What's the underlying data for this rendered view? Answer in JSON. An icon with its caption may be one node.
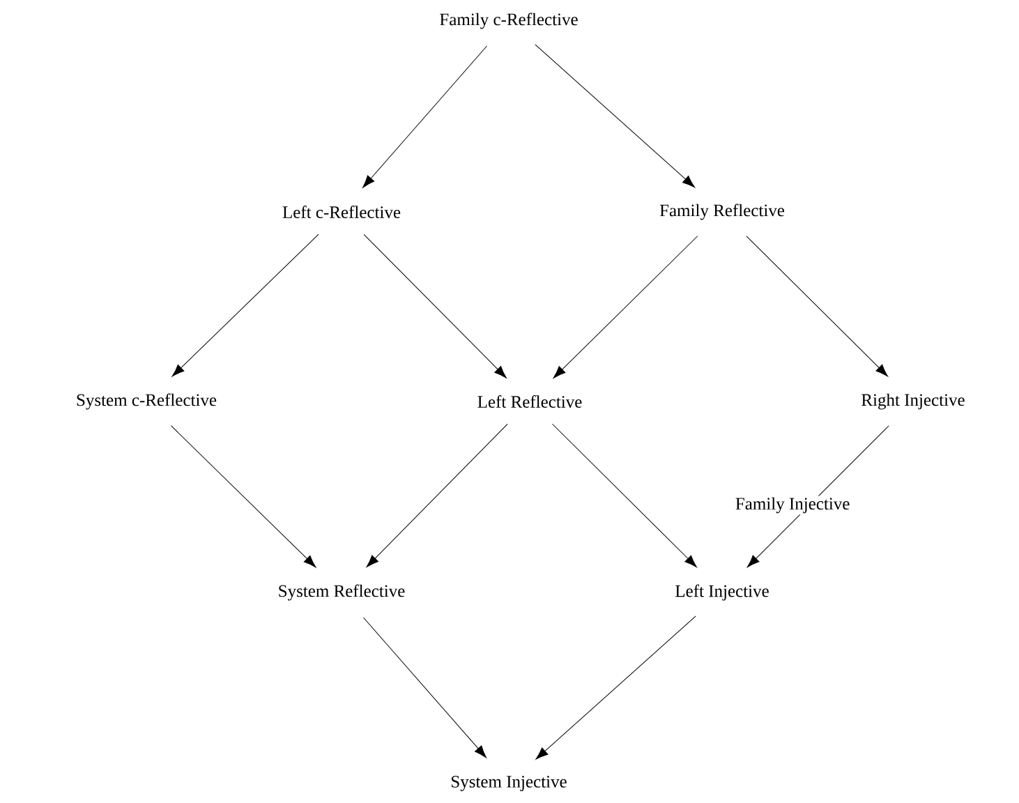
{
  "diagram": {
    "nodes": [
      {
        "text": [
          "Family c-Reflective"
        ]
      },
      {
        "text": [
          "Left c-Reflective"
        ]
      },
      {
        "text": [
          "Family Reflective"
        ]
      },
      {
        "text": [
          "System c-Reflective"
        ]
      },
      {
        "text": [
          "Left Reflective"
        ]
      },
      {
        "text": [
          "Right Injective"
        ]
      },
      {
        "text": [
          "System Reflective"
        ]
      },
      {
        "text": [
          "Left Injective"
        ]
      },
      {
        "text": [
          "System Injective"
        ]
      }
    ],
    "edges": [
      {
        "from": 0,
        "to": 1,
        "arrow": "to"
      },
      {
        "from": 0,
        "to": 2,
        "arrow": "to"
      },
      {
        "from": 1,
        "to": 3,
        "arrow": "to"
      },
      {
        "from": 1,
        "to": 4,
        "arrow": "to"
      },
      {
        "from": 2,
        "to": 4,
        "arrow": "to"
      },
      {
        "from": 2,
        "to": 5,
        "arrow": "to"
      },
      {
        "from": 3,
        "to": 6,
        "arrow": "to"
      },
      {
        "from": 4,
        "to": 6,
        "arrow": "to"
      },
      {
        "from": 4,
        "to": 7,
        "arrow": "to"
      },
      {
        "from": 5,
        "to": 7,
        "arrow": "to",
        "label": "Family Injective"
      },
      {
        "from": 6,
        "to": 8,
        "arrow": "to"
      },
      {
        "from": 7,
        "to": 8,
        "arrow": "to"
      }
    ]
  }
}
